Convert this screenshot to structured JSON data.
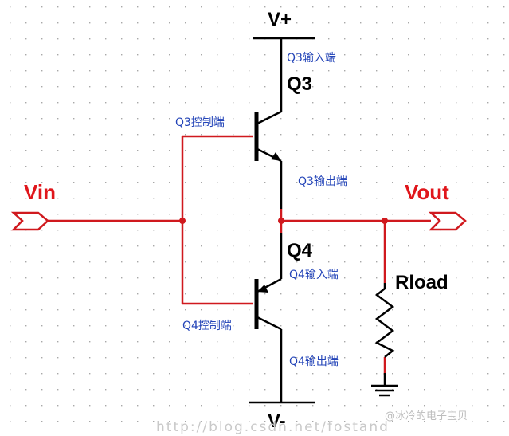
{
  "labels": {
    "vplus": "V+",
    "vminus": "V-",
    "q3": "Q3",
    "q4": "Q4",
    "vin": "Vin",
    "vout": "Vout",
    "rload": "Rload",
    "q3_input": "Q3输入端",
    "q3_control": "Q3控制端",
    "q3_output": "Q3输出端",
    "q4_input": "Q4输入端",
    "q4_control": "Q4控制端",
    "q4_output": "Q4输出端"
  },
  "watermark": {
    "url": "http://blog.csdn.net/fostand",
    "author": "@冰冷的电子宝贝"
  },
  "colors": {
    "wire_red": "#d0191e",
    "wire_black": "#000000",
    "label_red": "#e0161b",
    "label_blue": "#2344b8",
    "grid_dot": "#a8a8a8"
  }
}
